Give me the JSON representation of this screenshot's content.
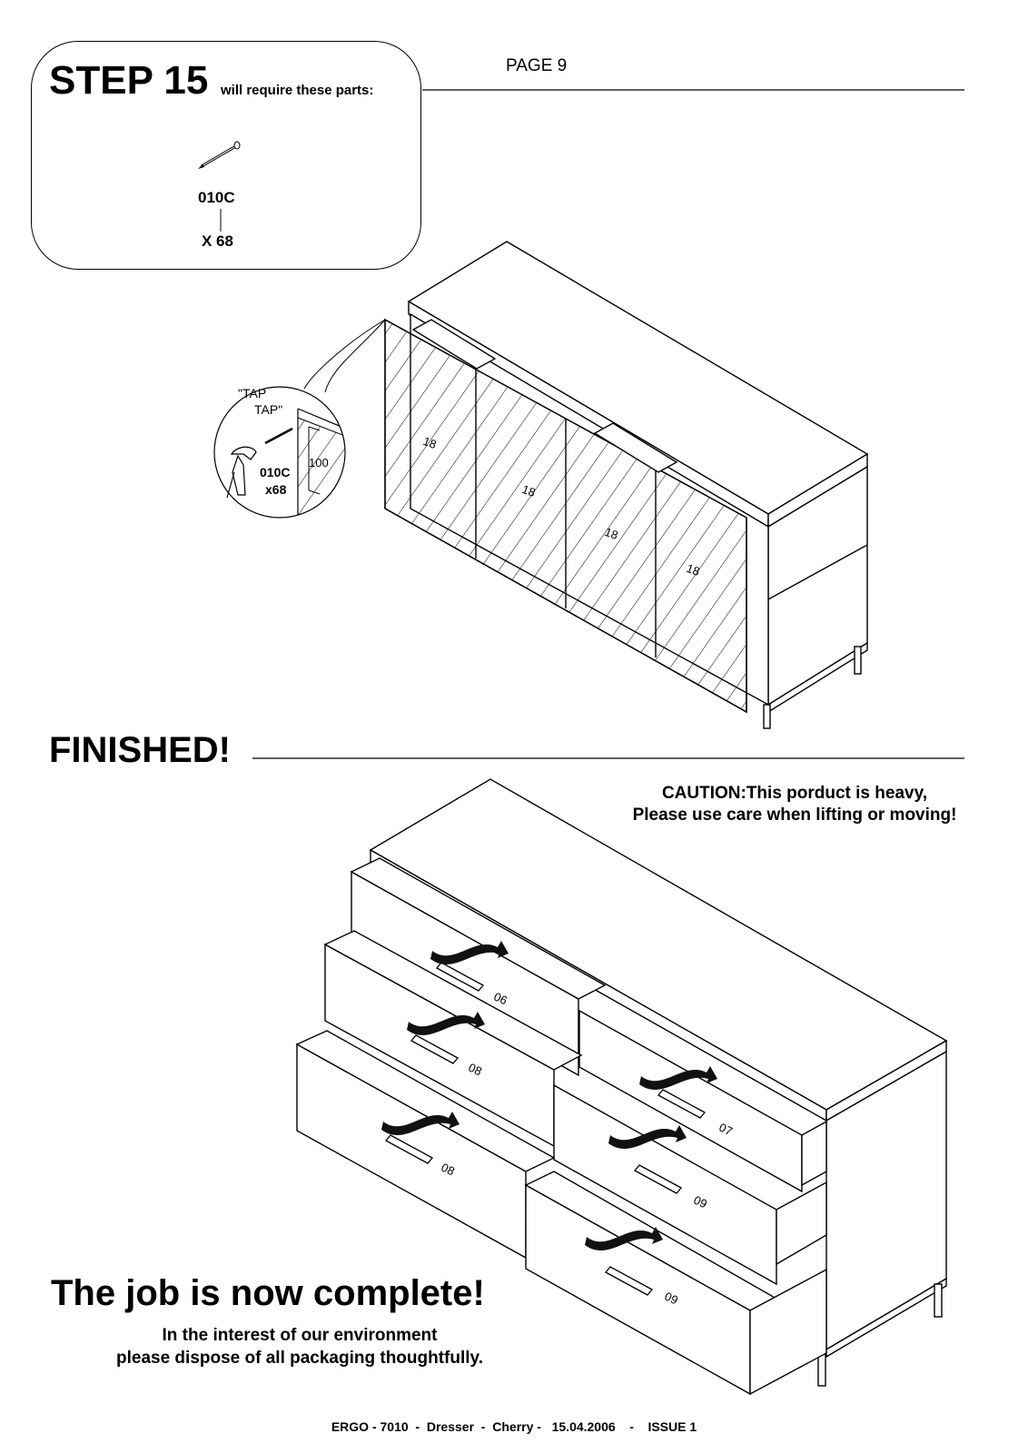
{
  "step": {
    "title": "STEP 15",
    "subtitle": "will require these parts:",
    "page": "PAGE 9",
    "part": {
      "code": "010C",
      "quantity": "X 68",
      "icon": "nail-icon"
    }
  },
  "callout": {
    "tap_line1": "\"TAP",
    "tap_line2": "TAP\"",
    "part_code": "010C",
    "part_qty": "x68",
    "dimension": "100",
    "icon": "hammer-icon"
  },
  "door_labels": [
    "18",
    "18",
    "18",
    "18"
  ],
  "finished": {
    "title": "FINISHED!",
    "caution_line1": "CAUTION:This porduct is heavy,",
    "caution_line2": "Please use care when lifting or moving!"
  },
  "drawer_labels": [
    "06",
    "08",
    "08",
    "07",
    "09",
    "09"
  ],
  "complete": {
    "title": "The job is now complete!",
    "env_line1": "In the interest of our environment",
    "env_line2": "please dispose of all packaging thoughtfully."
  },
  "footer": "ERGO - 7010  -  Dresser  -  Cherry -   15.04.2006    -    ISSUE 1"
}
